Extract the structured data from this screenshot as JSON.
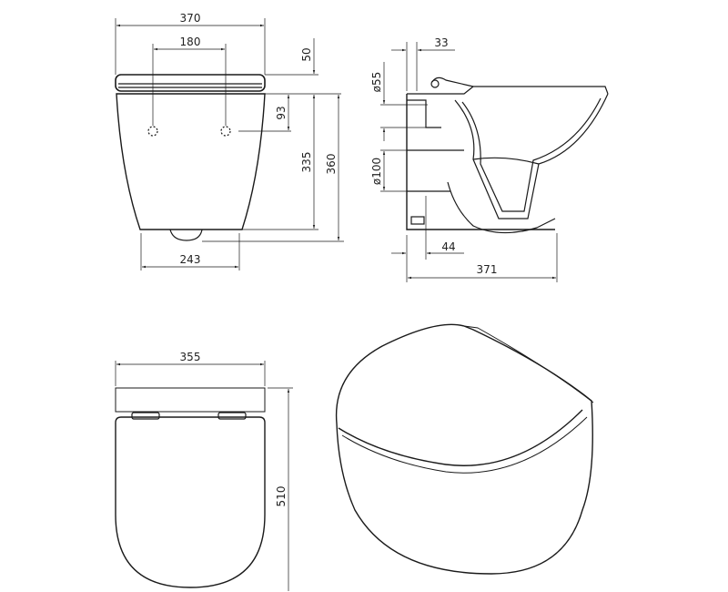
{
  "drawing": {
    "subject": "Wall-hung toilet technical drawing",
    "views": {
      "front": {
        "dimensions": {
          "overall_width": "370",
          "fixing_spacing": "180",
          "seat_height": "50",
          "fixing_drop": "93",
          "body_height": "335",
          "overall_height": "360",
          "base_width": "243"
        }
      },
      "side_section": {
        "dimensions": {
          "wall_offset": "33",
          "inlet_diameter": "ø55",
          "outlet_diameter": "ø100",
          "outlet_offset": "44",
          "projection": "371"
        }
      },
      "top": {
        "dimensions": {
          "width": "355",
          "length": "510"
        }
      },
      "perspective": {}
    },
    "line_color": "#1a1a1a",
    "background": "#ffffff"
  }
}
